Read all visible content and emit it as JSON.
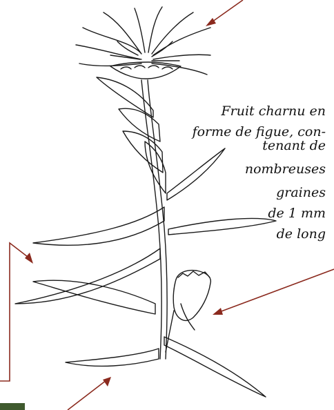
{
  "caption": {
    "lines": [
      "Fruit charnu en",
      "forme de figue, con-",
      "tenant de",
      "nombreuses",
      "graines",
      "de 1 mm",
      "de long"
    ]
  },
  "colors": {
    "arrow": "#8b2a1e",
    "line": "#1a1a1a",
    "photo": "#3f5a2e"
  },
  "icons": [
    "flower-head-icon",
    "arrow-icon"
  ]
}
